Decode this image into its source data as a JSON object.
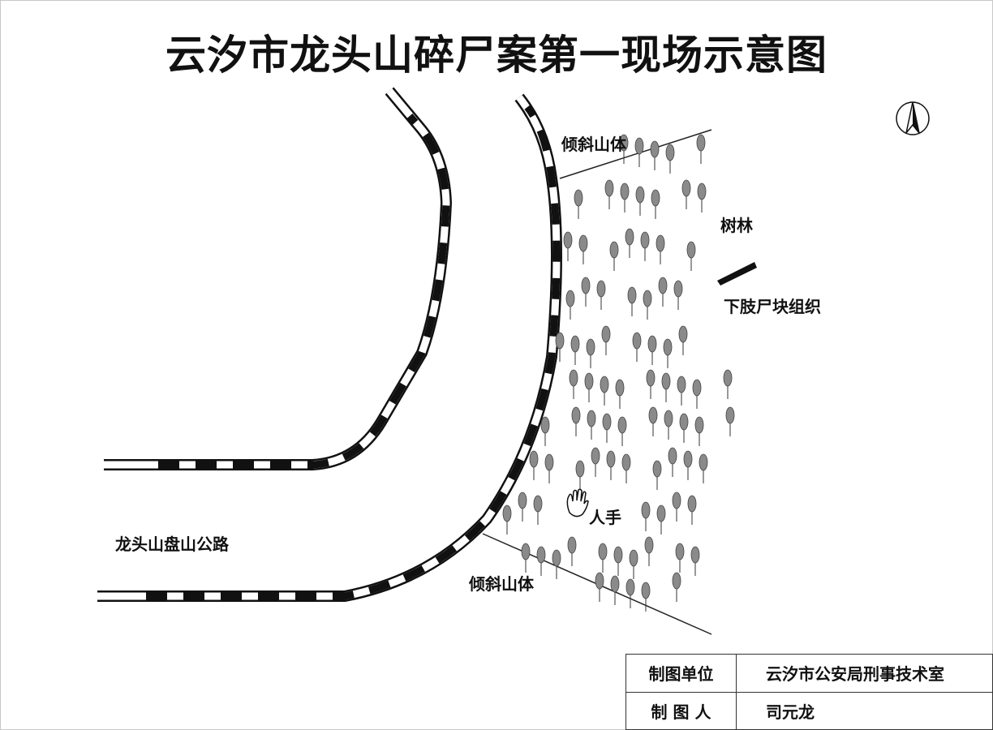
{
  "title": "云汐市龙头山碎尸案第一现场示意图",
  "labels": {
    "slope_top": "倾斜山体",
    "forest": "树林",
    "limb": "下肢尸块组织",
    "hand": "人手",
    "road": "龙头山盘山公路",
    "slope_bottom": "倾斜山体"
  },
  "info_table": [
    {
      "key": "制图单位",
      "value": "云汐市公安局刑事技术室"
    },
    {
      "key": "制 图 人",
      "value": "司元龙"
    }
  ],
  "icons": {
    "north_arrow": "north-arrow-icon",
    "hand": "hand-icon",
    "limb": "limb-icon",
    "tree": "tree-icon"
  }
}
